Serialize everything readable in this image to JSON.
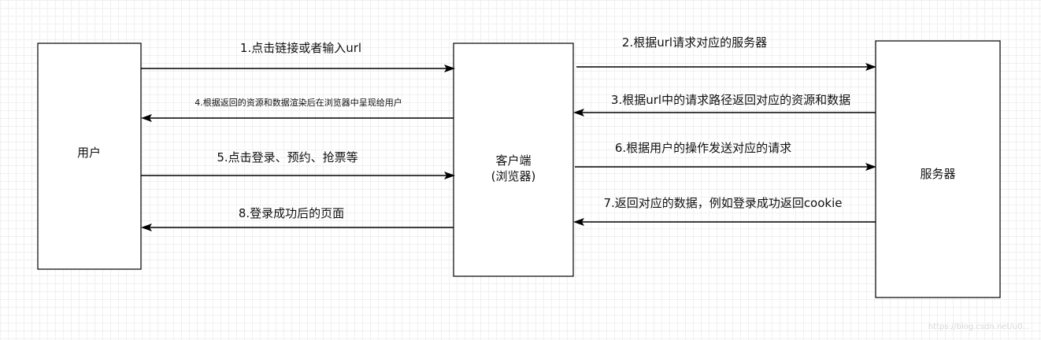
{
  "nodes": {
    "user": "用户",
    "client": [
      "客户端",
      "(浏览器)"
    ],
    "server": "服务器"
  },
  "messages": [
    "1.点击链接或者输入url",
    "4.根据返回的资源和数据渲染后在浏览器中呈现给用户",
    "5.点击登录、预约、抢票等",
    "8.登录成功后的页面",
    "2.根据url请求对应的服务器",
    "3.根据url中的请求路径返回对应的资源和数据",
    "6.根据用户的操作发送对应的请求",
    "7.返回对应的数据，例如登录成功返回cookie"
  ],
  "watermark": "https://blog.csdn.net/u0..."
}
